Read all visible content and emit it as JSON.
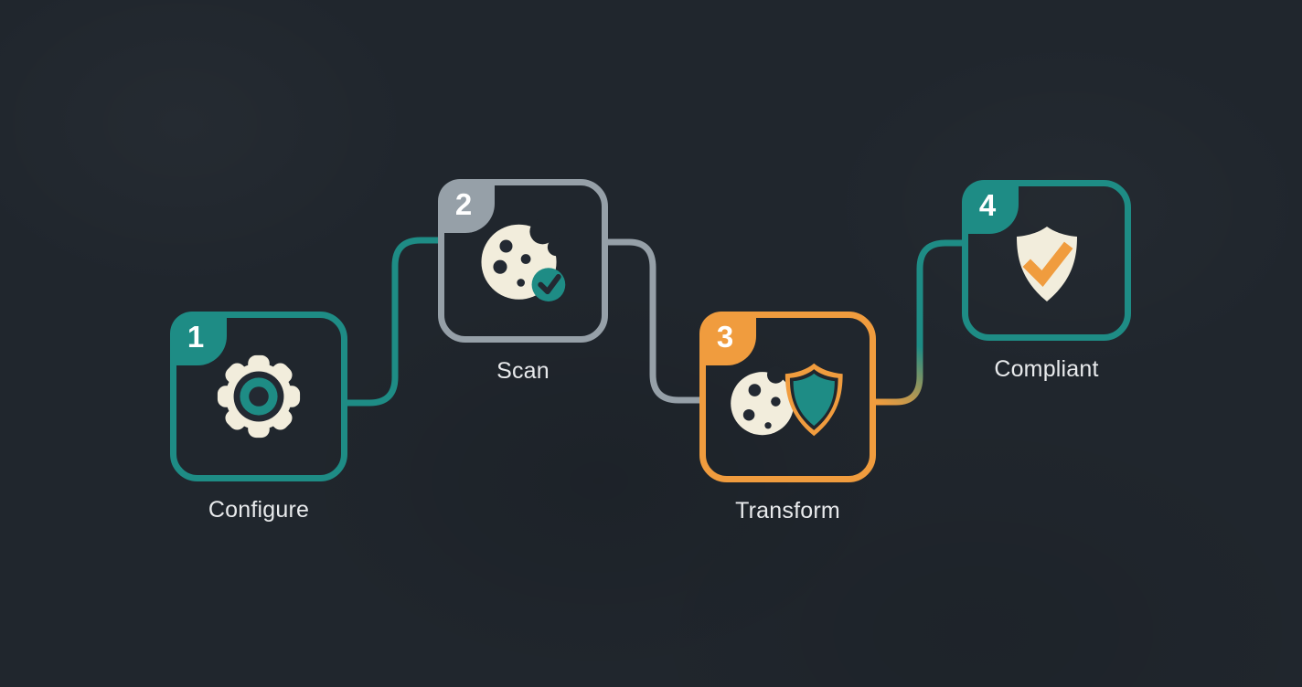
{
  "diagram": {
    "steps": [
      {
        "number": "1",
        "label": "Configure",
        "icon": "gear-icon",
        "accent": "#1E8C85"
      },
      {
        "number": "2",
        "label": "Scan",
        "icon": "cookie-check-icon",
        "accent": "#96A0A8"
      },
      {
        "number": "3",
        "label": "Transform",
        "icon": "cookie-shield-icon",
        "accent": "#F09C3E"
      },
      {
        "number": "4",
        "label": "Compliant",
        "icon": "shield-check-icon",
        "accent": "#1E8C85"
      }
    ],
    "connectors": [
      {
        "from": "Configure",
        "to": "Scan",
        "color": "#1E8C85"
      },
      {
        "from": "Scan",
        "to": "Transform",
        "color": "#96A0A8"
      },
      {
        "from": "Transform",
        "to": "Compliant",
        "color": "#F09C3E → #1E8C85 gradient"
      }
    ]
  },
  "colors": {
    "bg": "#20262D",
    "teal": "#1E8C85",
    "gray": "#96A0A8",
    "orange": "#F09C3E",
    "cream": "#F2EDDC",
    "dark": "#232932",
    "label": "#E8EAEC",
    "number": "#FFFFFF"
  }
}
